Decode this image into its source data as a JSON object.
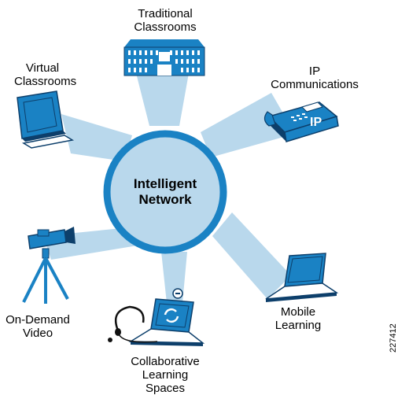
{
  "center": {
    "line1": "Intelligent",
    "line2": "Network"
  },
  "nodes": {
    "traditional": {
      "line1": "Traditional",
      "line2": "Classrooms"
    },
    "virtual": {
      "line1": "Virtual",
      "line2": "Classrooms"
    },
    "ip": {
      "line1": "IP",
      "line2": "Communications",
      "badge": "IP"
    },
    "mobile": {
      "line1": "Mobile",
      "line2": "Learning"
    },
    "collab": {
      "line1": "Collaborative",
      "line2": "Learning",
      "line3": "Spaces"
    },
    "ondemand": {
      "line1": "On-Demand",
      "line2": "Video"
    }
  },
  "figure_id": "227412",
  "colors": {
    "ray": "#b9d8ec",
    "hub_ring": "#1a82c4",
    "icon_blue": "#1a82c4",
    "icon_dark": "#0d3f6b"
  }
}
